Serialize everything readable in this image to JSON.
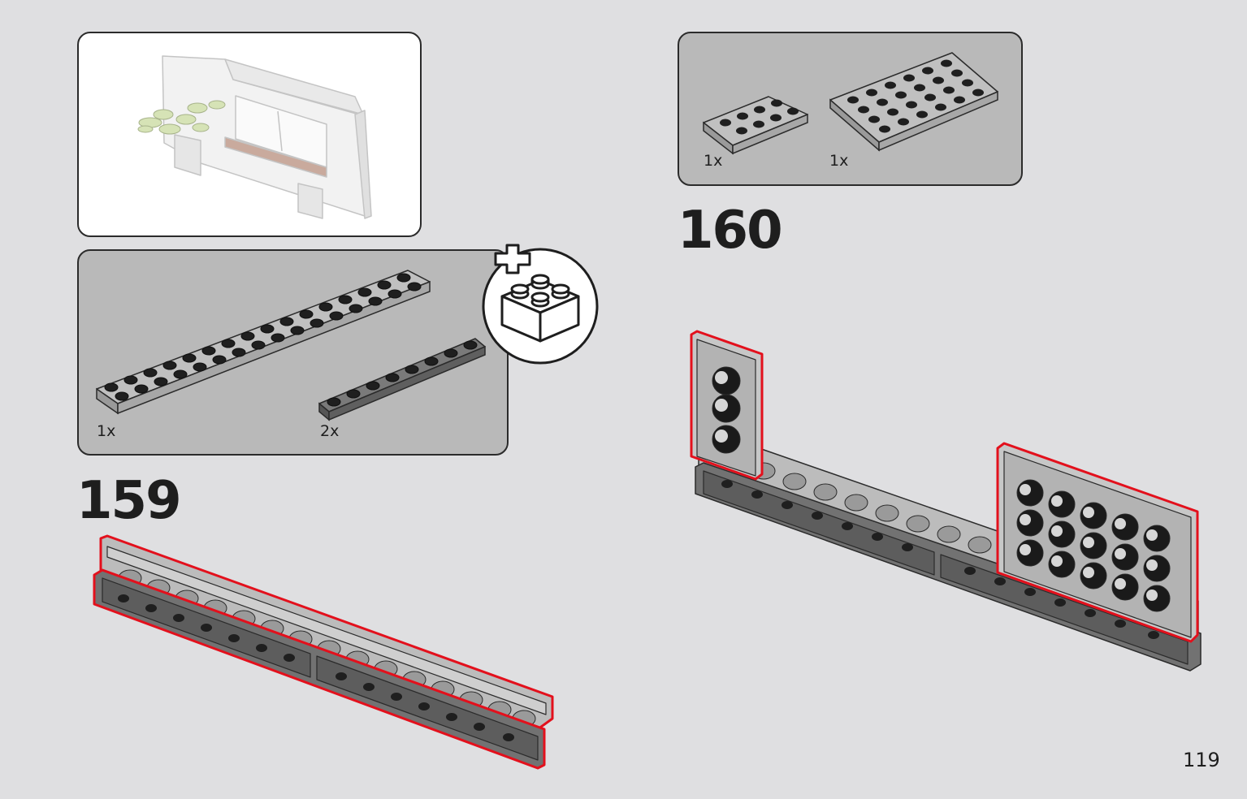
{
  "page": {
    "number": "119"
  },
  "context_panel": {
    "icon": "assembly-context-preview"
  },
  "step159": {
    "number": "159",
    "parts": [
      {
        "qty": "1x",
        "icon": "plate-2x16-icon",
        "color": "#a7a7a7"
      },
      {
        "qty": "2x",
        "icon": "plate-1x8-icon",
        "color": "#6e6e6e"
      }
    ],
    "callout_icon": "add-brick-callout-icon"
  },
  "step160": {
    "number": "160",
    "parts": [
      {
        "qty": "1x",
        "icon": "plate-2x4-icon",
        "color": "#a7a7a7"
      },
      {
        "qty": "1x",
        "icon": "plate-4x6-icon",
        "color": "#a7a7a7"
      }
    ]
  },
  "colors": {
    "background": "#dfdfe1",
    "parts_panel": "#b9b9b9",
    "highlight": "#e3101c",
    "dark_gray": "#6e6e6e",
    "light_gray": "#a7a7a7"
  }
}
